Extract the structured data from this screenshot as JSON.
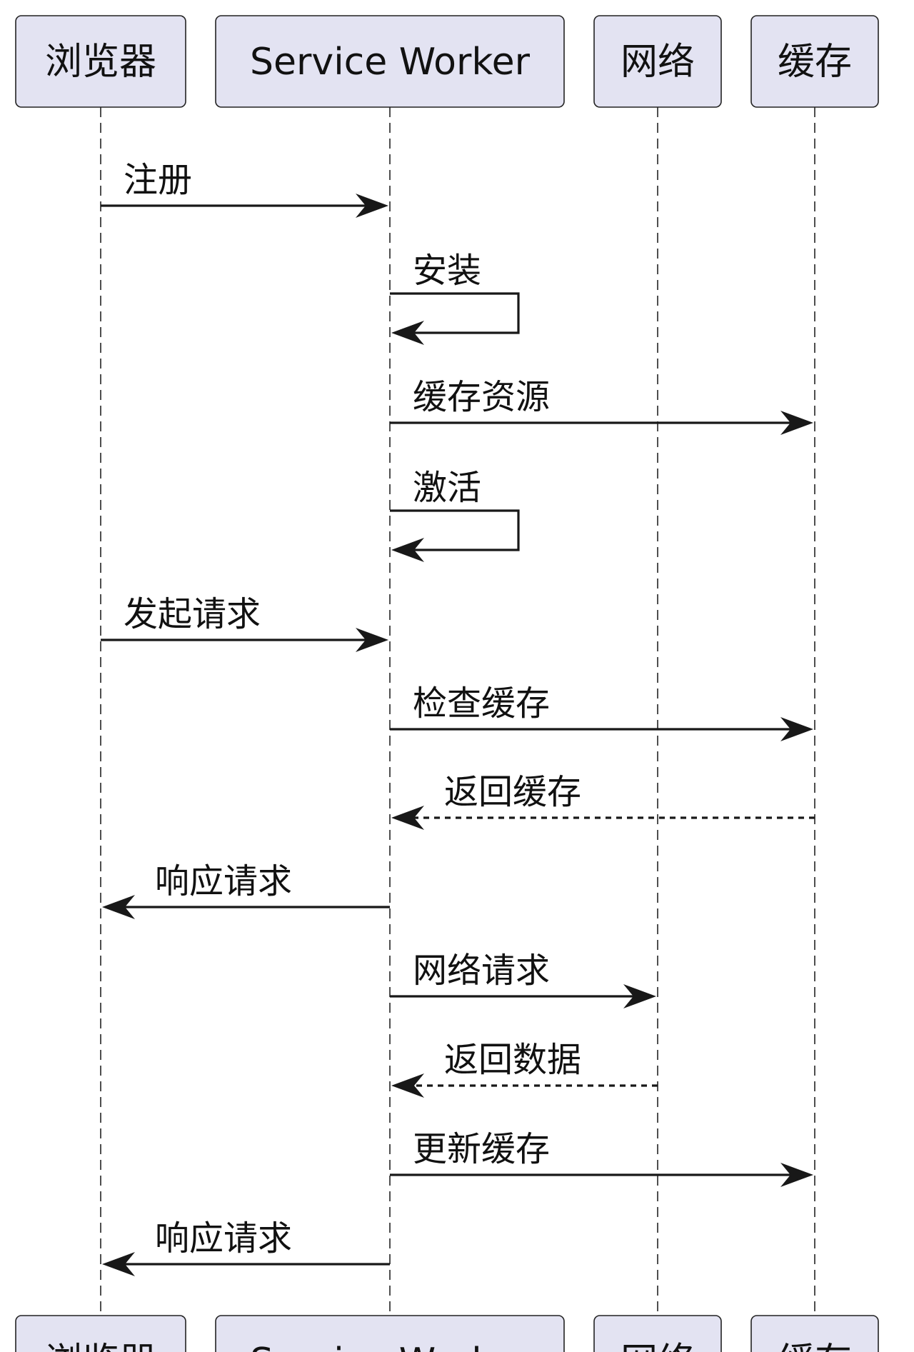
{
  "participants": [
    {
      "id": "browser",
      "label": "浏览器"
    },
    {
      "id": "sw",
      "label": "Service Worker"
    },
    {
      "id": "network",
      "label": "网络"
    },
    {
      "id": "cache",
      "label": "缓存"
    }
  ],
  "messages": [
    {
      "from": "browser",
      "to": "sw",
      "label": "注册",
      "style": "solid"
    },
    {
      "from": "sw",
      "to": "sw",
      "label": "安装",
      "style": "solid"
    },
    {
      "from": "sw",
      "to": "cache",
      "label": "缓存资源",
      "style": "solid"
    },
    {
      "from": "sw",
      "to": "sw",
      "label": "激活",
      "style": "solid"
    },
    {
      "from": "browser",
      "to": "sw",
      "label": "发起请求",
      "style": "solid"
    },
    {
      "from": "sw",
      "to": "cache",
      "label": "检查缓存",
      "style": "solid"
    },
    {
      "from": "cache",
      "to": "sw",
      "label": "返回缓存",
      "style": "dashed"
    },
    {
      "from": "sw",
      "to": "browser",
      "label": "响应请求",
      "style": "solid"
    },
    {
      "from": "sw",
      "to": "network",
      "label": "网络请求",
      "style": "solid"
    },
    {
      "from": "network",
      "to": "sw",
      "label": "返回数据",
      "style": "dashed"
    },
    {
      "from": "sw",
      "to": "cache",
      "label": "更新缓存",
      "style": "solid"
    },
    {
      "from": "sw",
      "to": "browser",
      "label": "响应请求",
      "style": "solid"
    }
  ]
}
